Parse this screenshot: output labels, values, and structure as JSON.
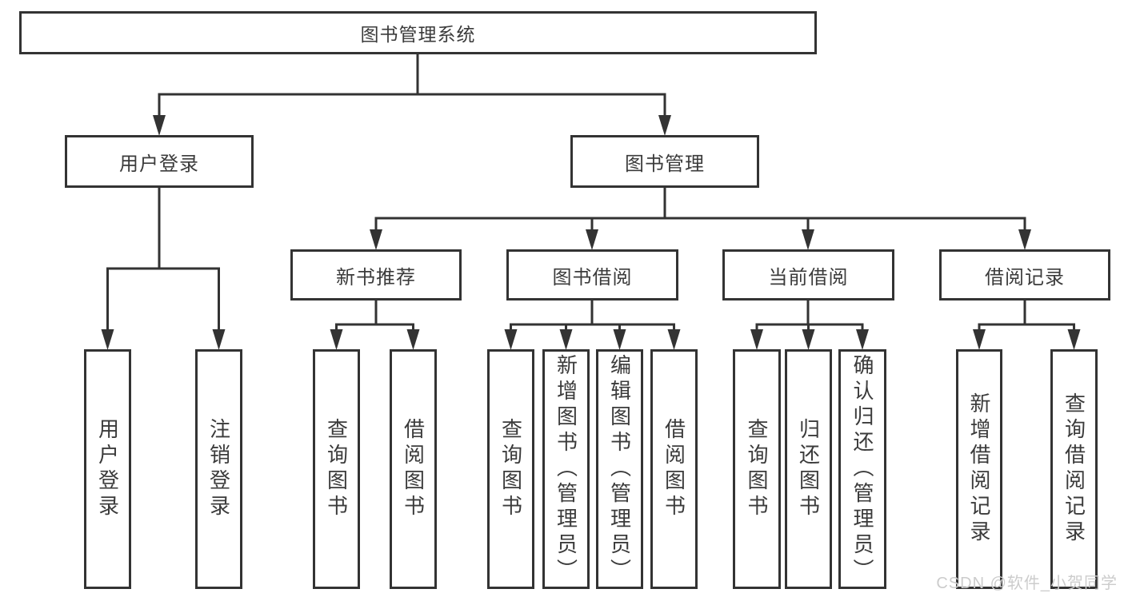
{
  "diagram": {
    "title": "图书管理系统",
    "children": [
      {
        "label": "用户登录",
        "children": [
          {
            "label": "用户登录"
          },
          {
            "label": "注销登录"
          }
        ]
      },
      {
        "label": "图书管理",
        "children": [
          {
            "label": "新书推荐",
            "children": [
              {
                "label": "查询图书"
              },
              {
                "label": "借阅图书"
              }
            ]
          },
          {
            "label": "图书借阅",
            "children": [
              {
                "label": "查询图书"
              },
              {
                "label": "新增图书（管理员）"
              },
              {
                "label": "编辑图书（管理员）"
              },
              {
                "label": "借阅图书"
              }
            ]
          },
          {
            "label": "当前借阅",
            "children": [
              {
                "label": "查询图书"
              },
              {
                "label": "归还图书"
              },
              {
                "label": "确认归还（管理员）"
              }
            ]
          },
          {
            "label": "借阅记录",
            "children": [
              {
                "label": "新增借阅记录"
              },
              {
                "label": "查询借阅记录"
              }
            ]
          }
        ]
      }
    ]
  },
  "watermark": {
    "text": "CSDN @软件_小贺同学"
  },
  "colors": {
    "line": "#333333",
    "box_background": "#ffffff",
    "text": "#3b3b3b",
    "watermark": "#cccccc",
    "page_background": "#ffffff"
  }
}
